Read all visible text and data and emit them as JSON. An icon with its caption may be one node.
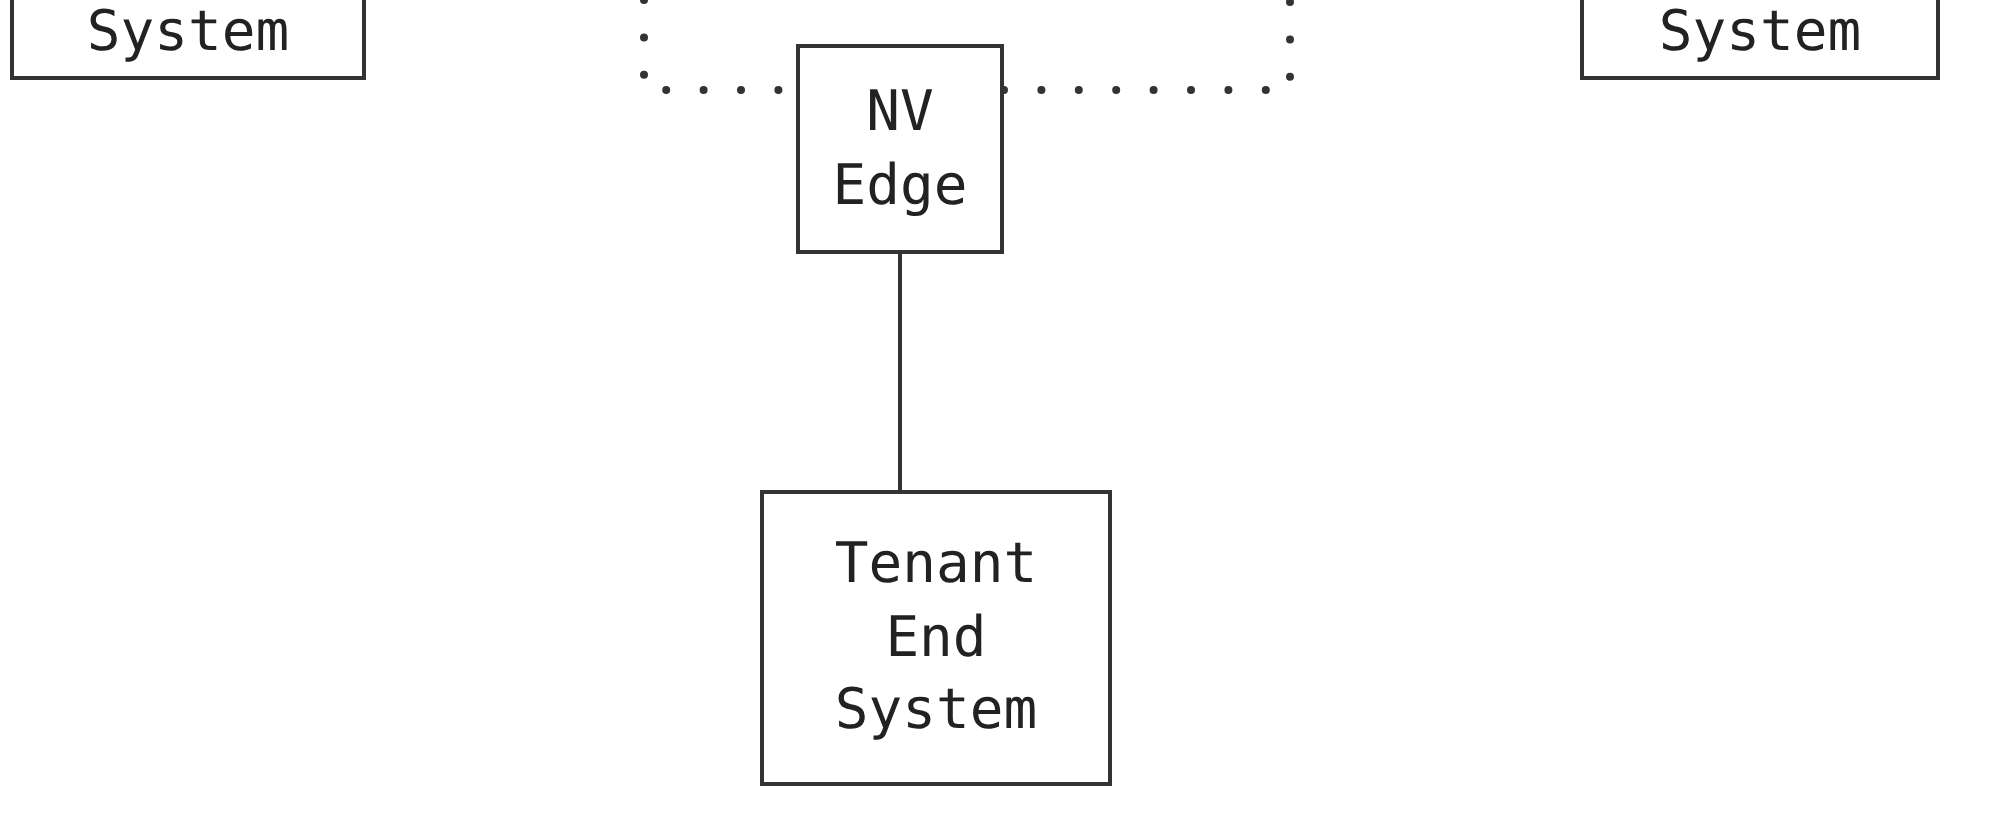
{
  "diagram": {
    "nodes": [
      {
        "text": [
          "System"
        ]
      },
      {
        "text": [
          "NV Edge"
        ]
      },
      {
        "text": [
          "System"
        ]
      },
      {
        "text": [
          "Tenant End System"
        ]
      }
    ],
    "edges": [
      {
        "from": 1,
        "to": 3,
        "arrow": "none"
      }
    ]
  }
}
